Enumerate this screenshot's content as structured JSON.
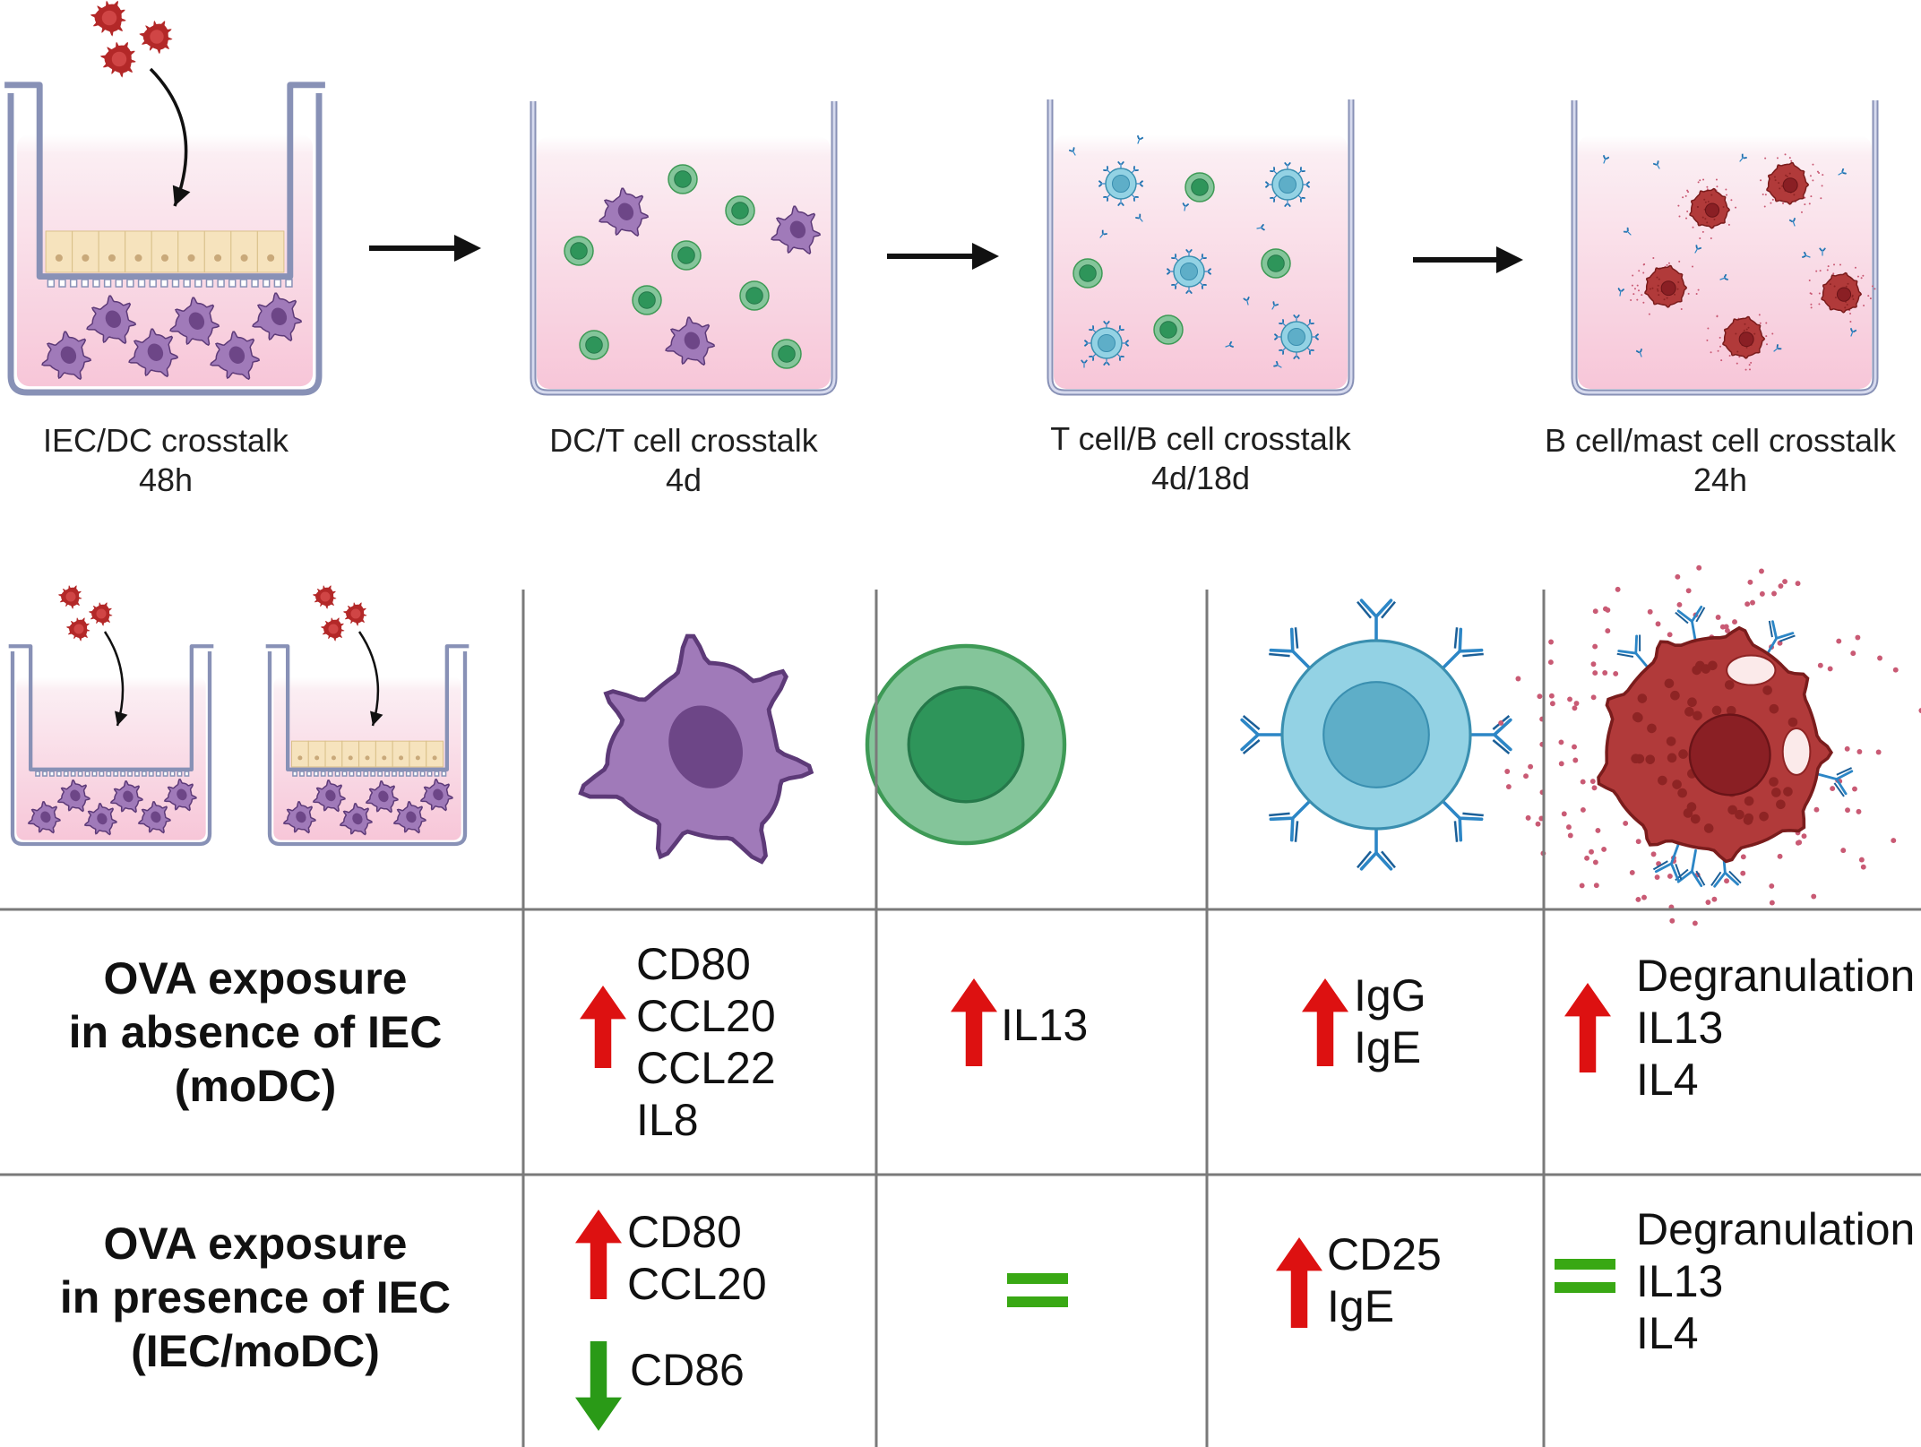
{
  "steps": [
    {
      "title": "IEC/DC crosstalk",
      "time": "48h"
    },
    {
      "title": "DC/T cell crosstalk",
      "time": "4d"
    },
    {
      "title": "T cell/B cell crosstalk",
      "time": "4d/18d"
    },
    {
      "title": "B cell/mast cell crosstalk",
      "time": "24h"
    }
  ],
  "cell_types": [
    "dendritic-cell",
    "t-cell",
    "b-cell",
    "mast-cell"
  ],
  "colors": {
    "increase": "#dd1111",
    "decrease": "#2a9a17",
    "unchanged": "#39a814",
    "medium": "#f7c6d8",
    "dendritic_cell": "#a07ab9",
    "t_cell": "#84c59a",
    "b_cell": "#93d2e4",
    "mast_cell": "#b13a3a",
    "antibody": "#2c86c6",
    "epithelium": "#f6e3bd"
  },
  "rows": [
    {
      "label": [
        "OVA exposure",
        "in absence of IEC",
        "(moDC)"
      ],
      "cells": [
        {
          "groups": [
            {
              "direction": "up",
              "markers": [
                "CD80",
                "CCL20",
                "CCL22",
                "IL8"
              ]
            }
          ]
        },
        {
          "groups": [
            {
              "direction": "up",
              "markers": [
                "IL13"
              ]
            }
          ]
        },
        {
          "groups": [
            {
              "direction": "up",
              "markers": [
                "IgG",
                "IgE"
              ]
            }
          ]
        },
        {
          "groups": [
            {
              "direction": "up",
              "markers": [
                "Degranulation",
                "IL13",
                "IL4"
              ]
            }
          ]
        }
      ]
    },
    {
      "label": [
        "OVA exposure",
        "in presence of IEC",
        "(IEC/moDC)"
      ],
      "cells": [
        {
          "groups": [
            {
              "direction": "up",
              "markers": [
                "CD80",
                "CCL20"
              ]
            },
            {
              "direction": "down",
              "markers": [
                "CD86"
              ]
            }
          ]
        },
        {
          "groups": [
            {
              "direction": "equal",
              "markers": []
            }
          ]
        },
        {
          "groups": [
            {
              "direction": "up",
              "markers": [
                "CD25",
                "IgE"
              ]
            }
          ]
        },
        {
          "groups": [
            {
              "direction": "equal",
              "markers": [
                "Degranulation",
                "IL13",
                "IL4"
              ]
            }
          ]
        }
      ]
    }
  ]
}
